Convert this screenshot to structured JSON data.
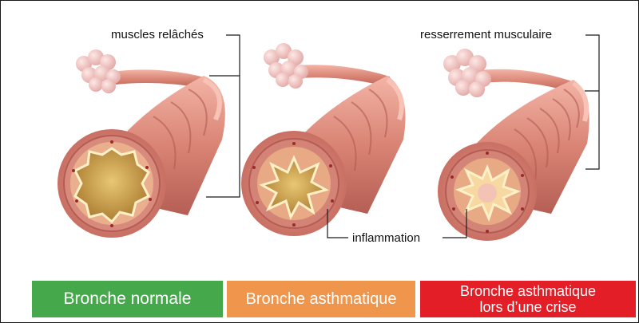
{
  "labels": {
    "relaxed": "muscles relâchés",
    "tight": "resserrement musculaire",
    "inflammation": "inflammation"
  },
  "captions": {
    "normal": "Bronche normale",
    "asthmatic": "Bronche asthmatique",
    "crisis_line1": "Bronche asthmatique",
    "crisis_line2": "lors d’une crise"
  },
  "colors": {
    "normal": "#45a84a",
    "asthmatic": "#f0954c",
    "crisis": "#e41e27",
    "tissue": "#cf7a6f",
    "lumen_mucus": "#c9a34a"
  }
}
